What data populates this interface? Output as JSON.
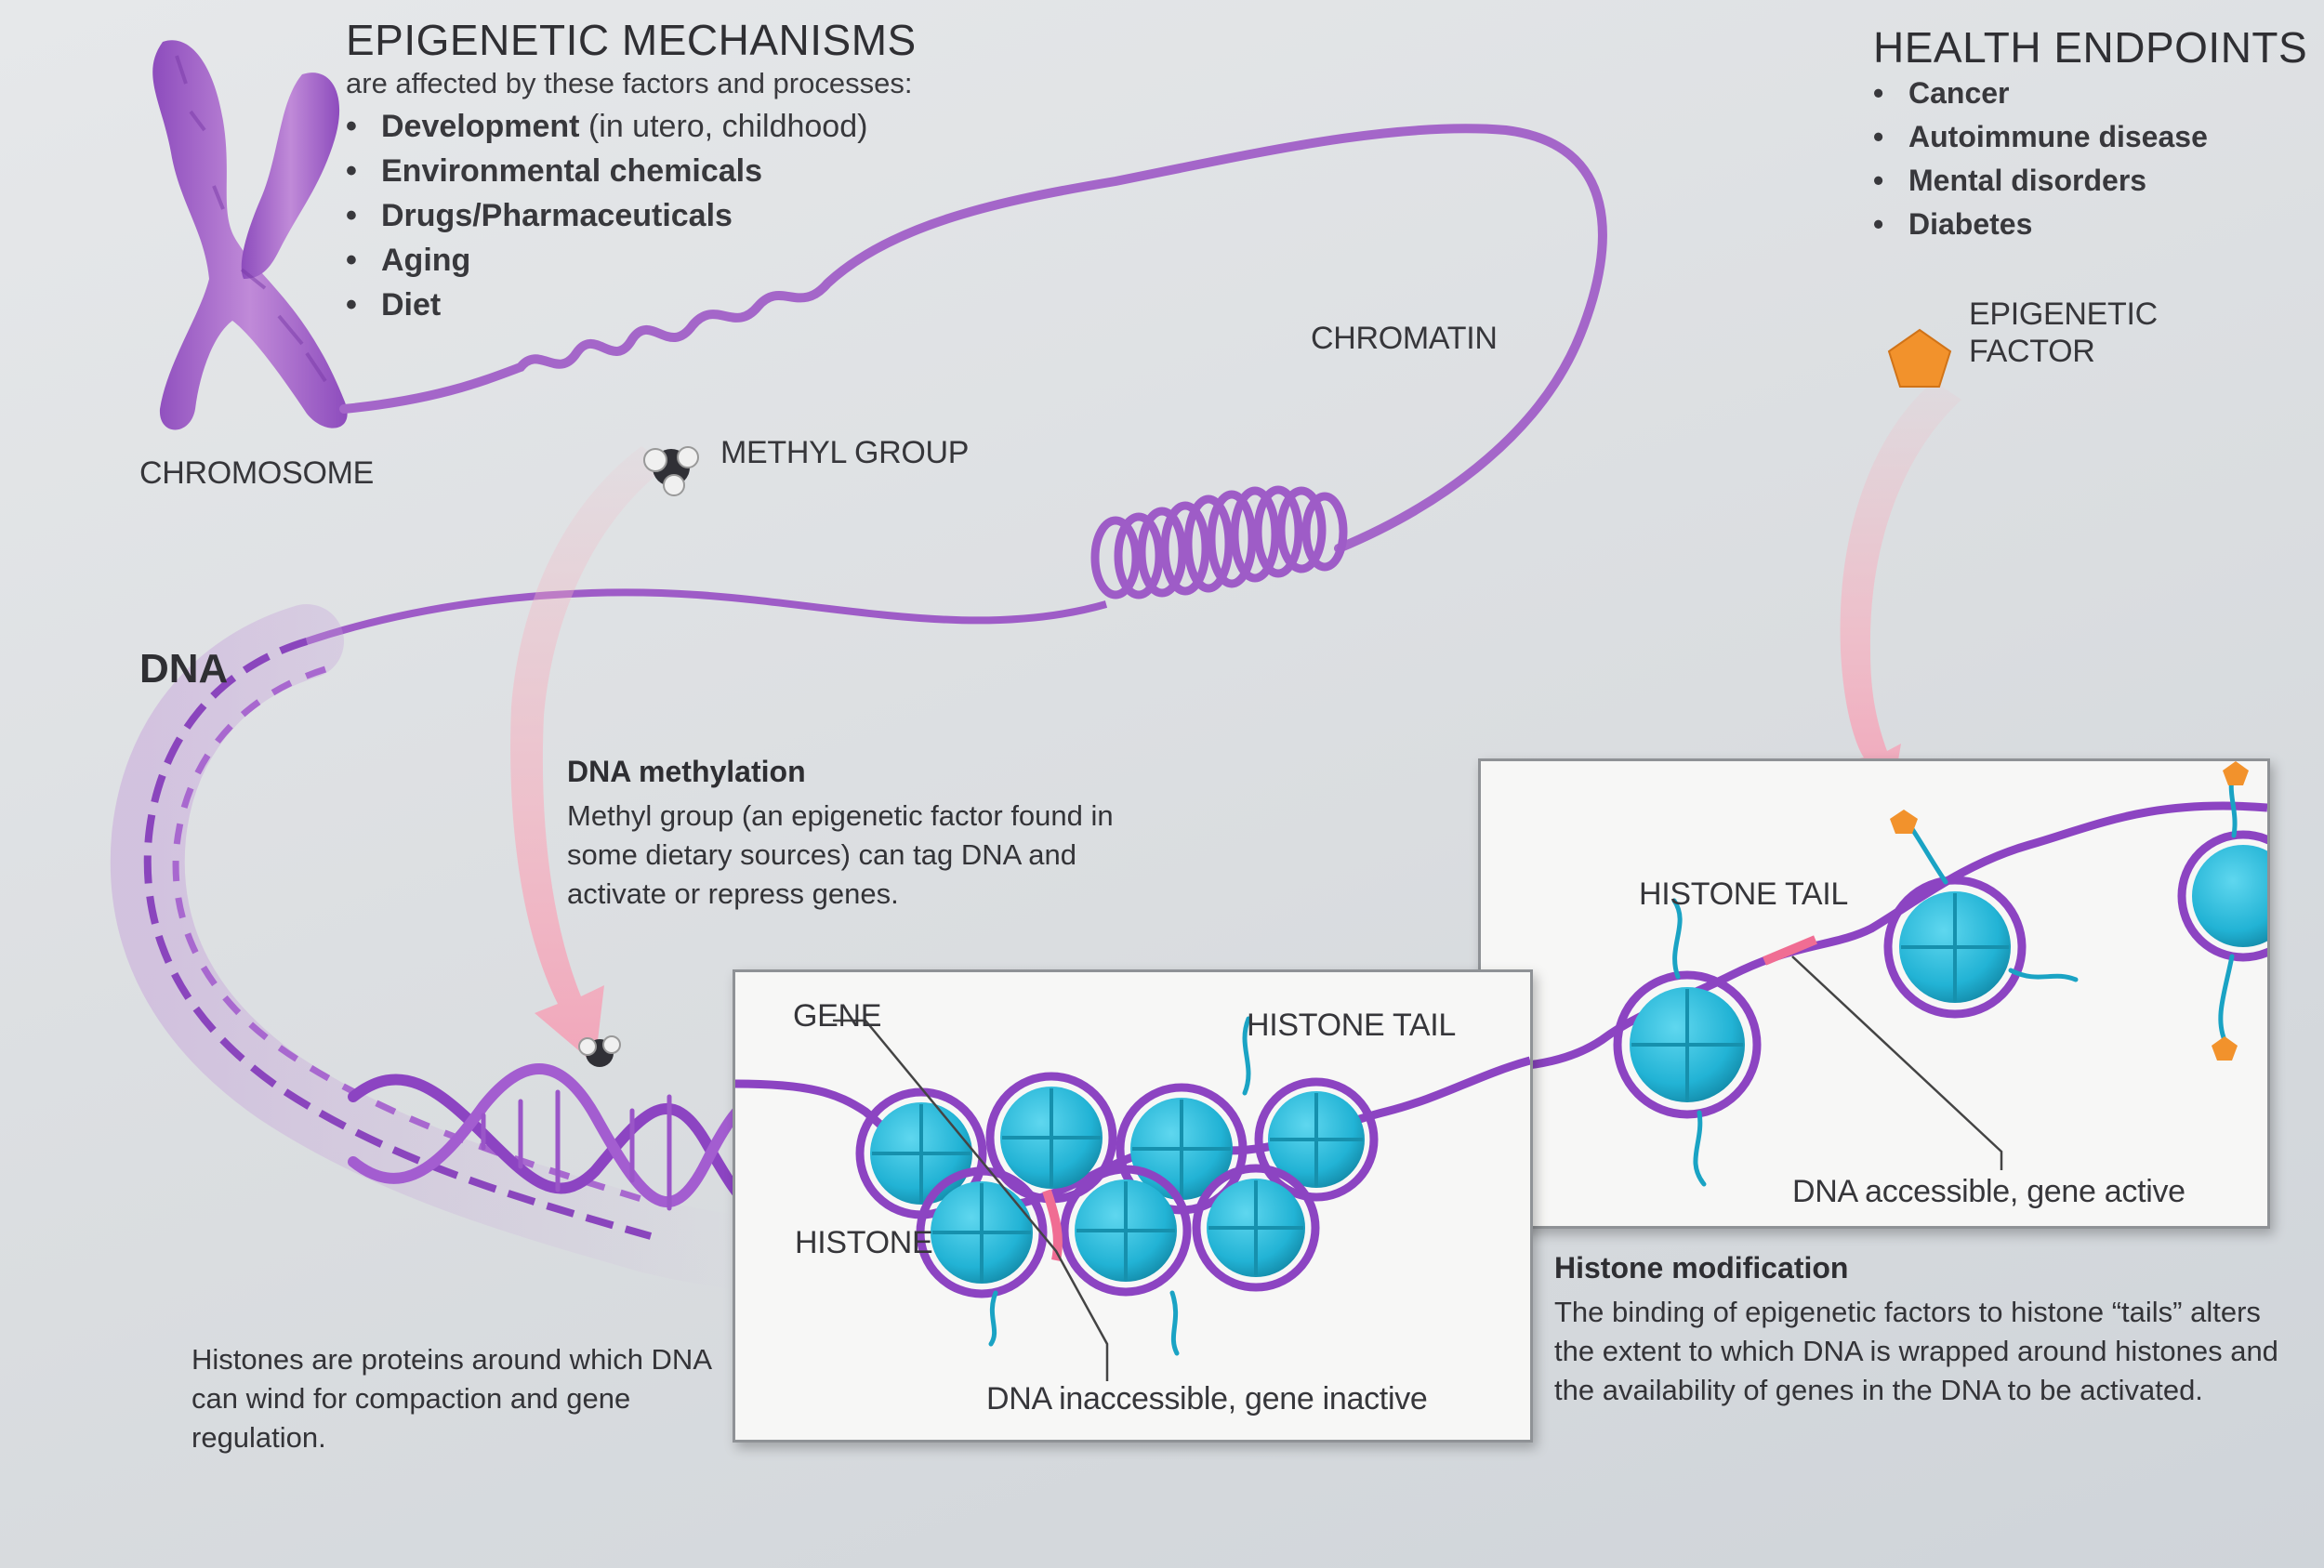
{
  "mechanisms": {
    "title": "EPIGENETIC MECHANISMS",
    "subtitle": "are affected by these factors and processes:",
    "items": [
      {
        "bold": "Development",
        "rest": " (in utero, childhood)"
      },
      {
        "bold": "Environmental chemicals",
        "rest": ""
      },
      {
        "bold": "Drugs/Pharmaceuticals",
        "rest": ""
      },
      {
        "bold": "Aging",
        "rest": ""
      },
      {
        "bold": "Diet",
        "rest": ""
      }
    ]
  },
  "endpoints": {
    "title": "HEALTH ENDPOINTS",
    "items": [
      "Cancer",
      "Autoimmune disease",
      "Mental disorders",
      "Diabetes"
    ]
  },
  "labels": {
    "chromosome": "CHROMOSOME",
    "chromatin": "CHROMATIN",
    "methyl_group": "METHYL GROUP",
    "epigenetic_factor": "EPIGENETIC FACTOR",
    "dna": "DNA",
    "gene": "GENE",
    "histone": "HISTONE",
    "histone_tail_left": "HISTONE TAIL",
    "histone_tail_right": "HISTONE TAIL",
    "inaccessible": "DNA inaccessible, gene inactive",
    "accessible": "DNA accessible, gene active"
  },
  "methylation": {
    "title": "DNA methylation",
    "body": "Methyl group (an epigenetic factor found in some dietary sources) can tag DNA and activate or repress genes."
  },
  "histones_note": "Histones are proteins around which DNA can wind for compaction and gene regulation.",
  "histone_mod": {
    "title": "Histone modification",
    "body": "The binding of epigenetic factors to histone “tails” alters the extent to which DNA is wrapped around histones and the availability of genes in the DNA to be activated."
  },
  "colors": {
    "dna_purple": "#9b4fc4",
    "histone_cyan": "#23b6d6",
    "factor_orange": "#f2922c",
    "arrow_pink": "#f4b5c3",
    "gene_pink": "#f06d93"
  }
}
